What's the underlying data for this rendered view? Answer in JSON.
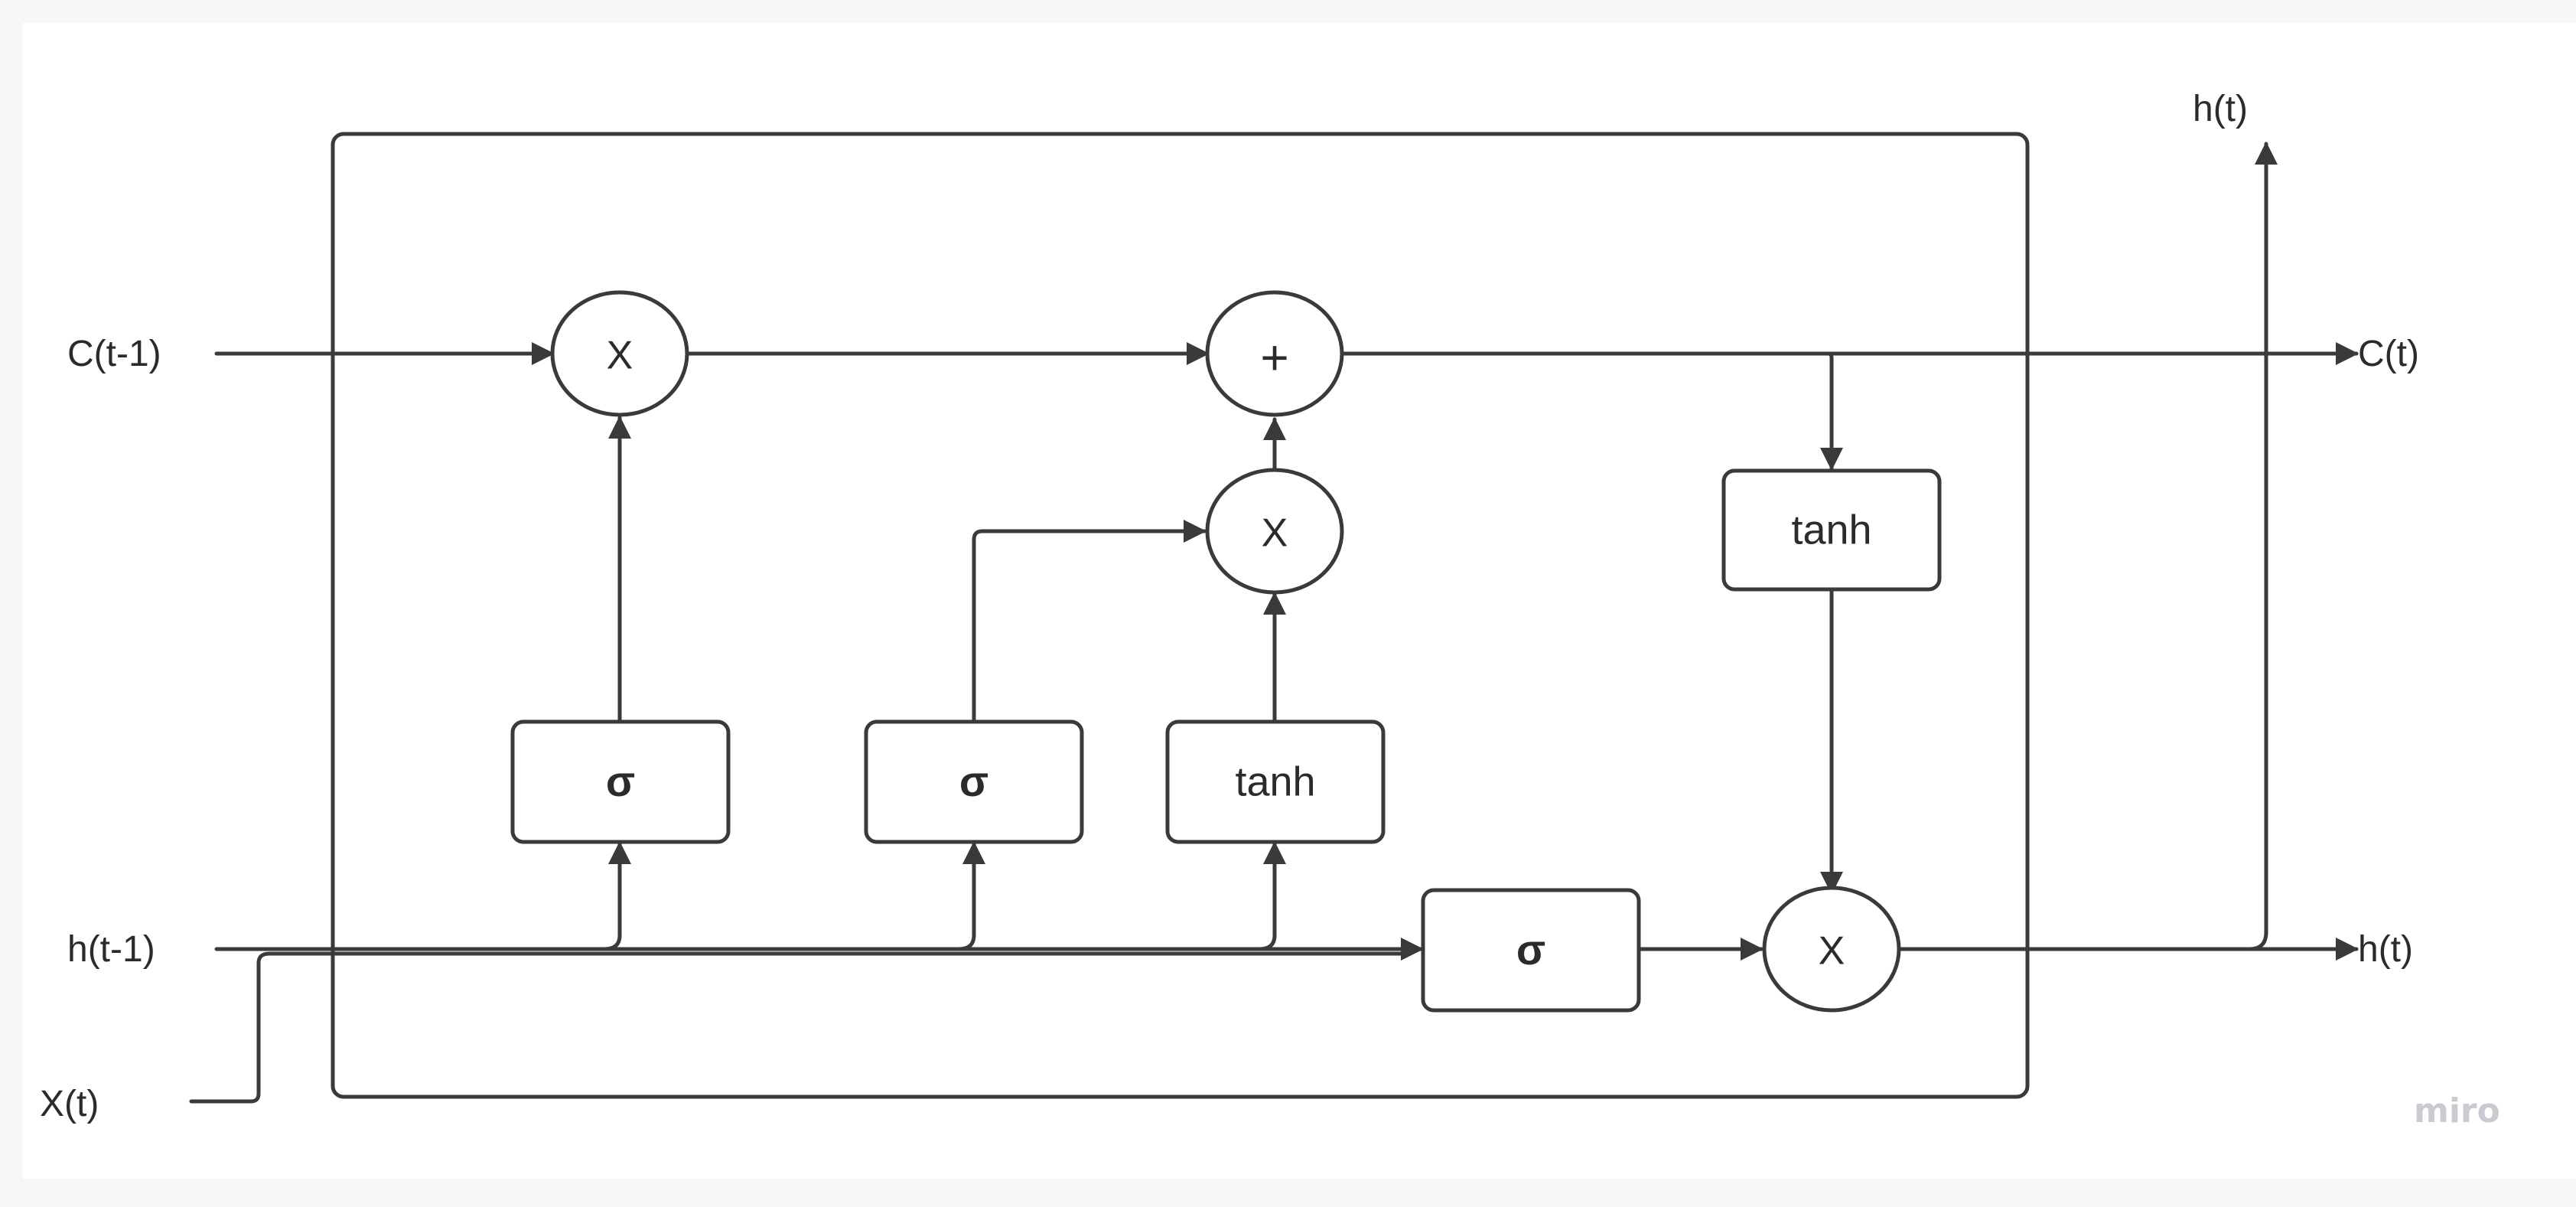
{
  "diagram": {
    "inputs": {
      "c_prev": "C(t-1)",
      "h_prev": "h(t-1)",
      "x_t": "X(t)"
    },
    "outputs": {
      "h_top": "h(t)",
      "c_out": "C(t)",
      "h_out": "h(t)"
    },
    "nodes": {
      "forget_mult": "X",
      "cell_add": "+",
      "input_mult": "X",
      "output_mult": "X"
    },
    "gates": {
      "forget_gate": "σ",
      "input_gate": "σ",
      "candidate_tanh": "tanh",
      "output_gate": "σ",
      "cell_tanh": "tanh"
    },
    "watermark": "miro"
  },
  "colors": {
    "background": "#f7f7f8",
    "canvas": "#ffffff",
    "stroke": "#3a3a3a",
    "text": "#2b2b2b",
    "watermark": "#c9cbd1"
  }
}
